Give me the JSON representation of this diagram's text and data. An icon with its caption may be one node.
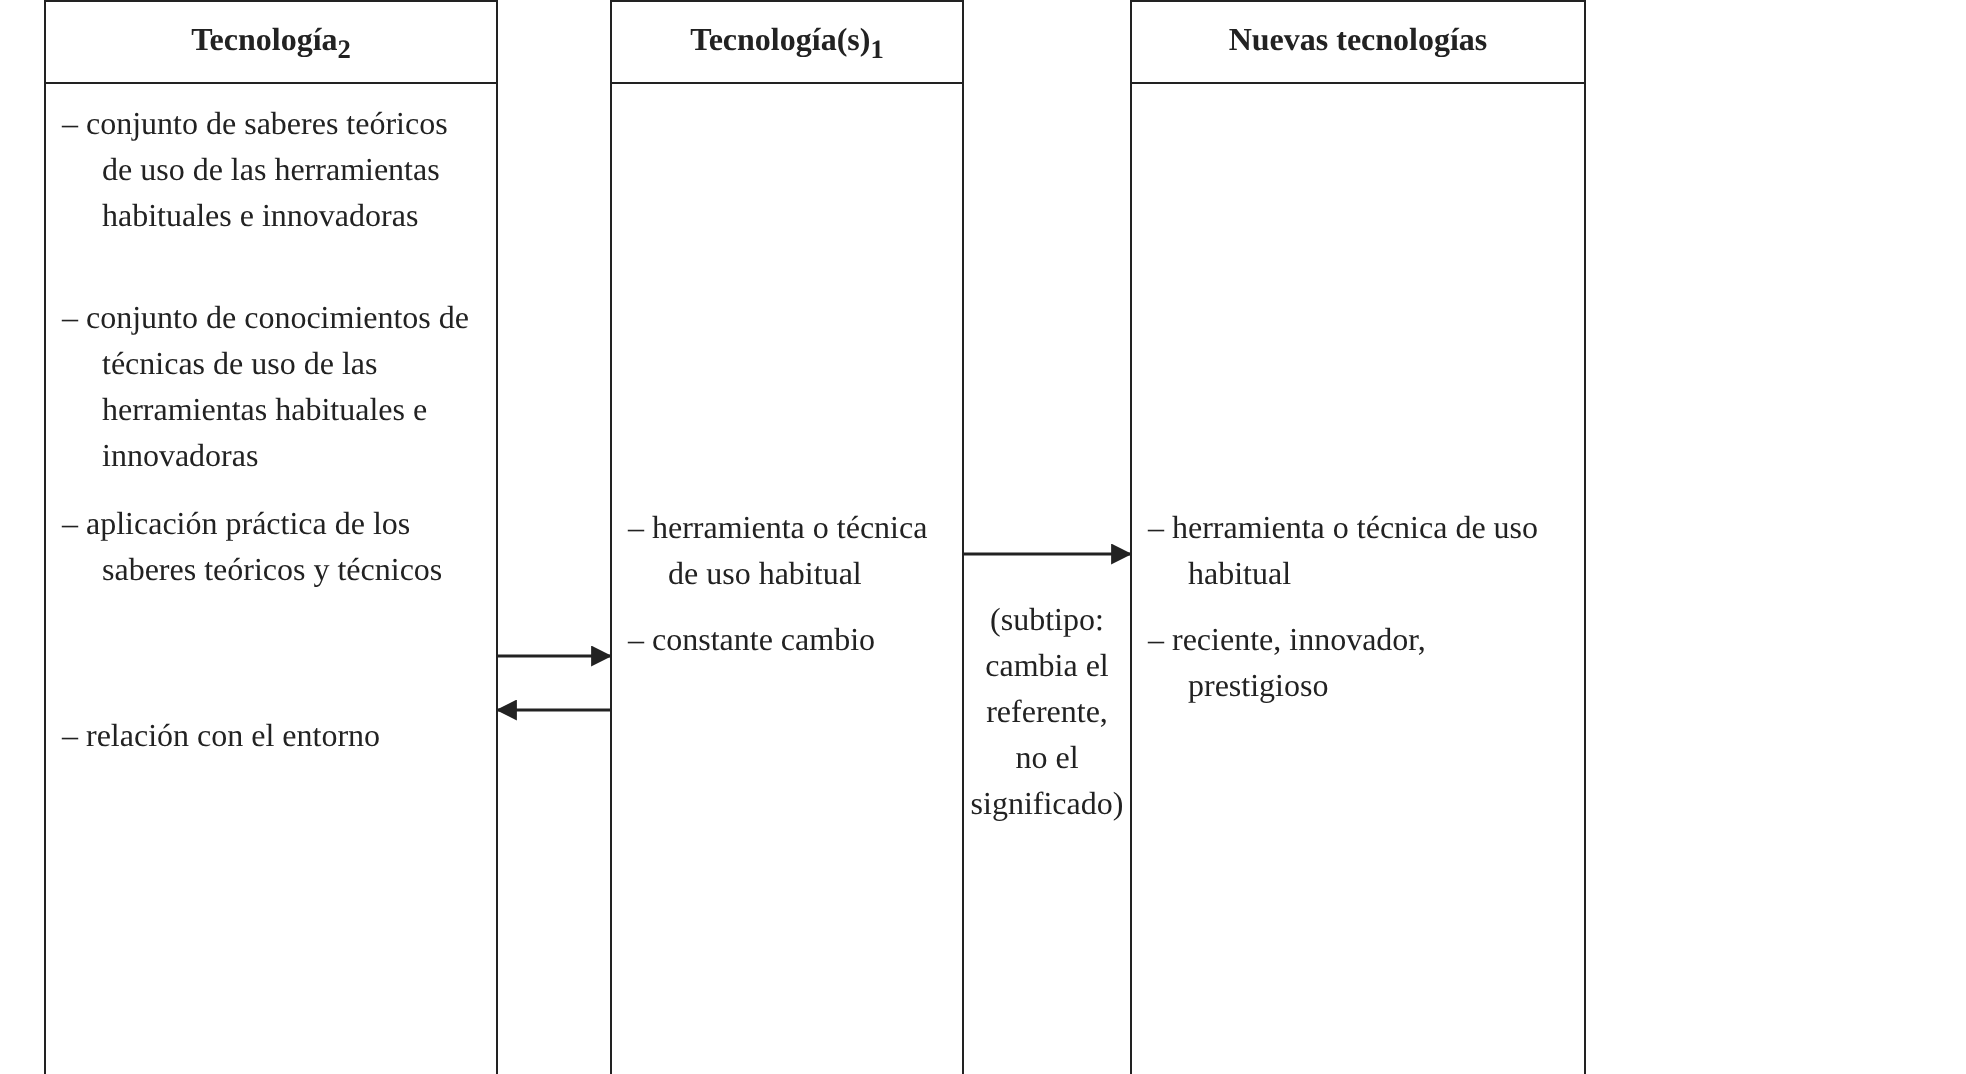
{
  "diagram": {
    "nodes": [
      {
        "text": [
          "Tecnología$_{2}$",
          "– conjunto de saberes teóricos de uso de las herramientas habituales e innovadoras",
          "– conjunto de conocimientos de técnicas de uso de las herramientas habituales e innovadoras",
          "– aplicación práctica de los saberes teóricos y técnicos",
          "– relación con el entorno"
        ]
      },
      {
        "text": [
          "Tecnología(s)$_{1}$",
          "– herramienta o técnica de uso habitual",
          "– constante cambio"
        ]
      },
      {
        "text": [
          "Nuevas tecnologías",
          "– herramienta o técnica de uso habitual",
          "– reciente, innovador, prestigioso"
        ]
      }
    ],
    "edges": [
      {
        "from": 0,
        "to": 1,
        "arrow": "to"
      },
      {
        "from": 1,
        "to": 0,
        "arrow": "to"
      },
      {
        "from": 1,
        "to": 2,
        "arrow": "to",
        "label": "(subtipo: cambia el referente, no el significado)"
      }
    ]
  }
}
